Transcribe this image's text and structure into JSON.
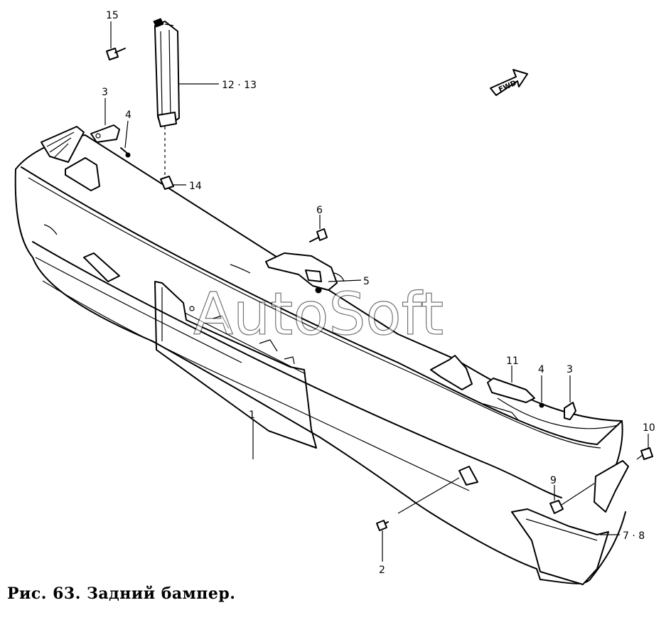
{
  "caption": "Рис. 63. Задний бампер.",
  "watermark": "AutoSoft",
  "fwd_marker": "FWD",
  "callouts": {
    "c15": "15",
    "c12_13": "12 · 13",
    "c3_left": "3",
    "c4_left": "4",
    "c14": "14",
    "c6": "6",
    "c5": "5",
    "c11": "11",
    "c4_right": "4",
    "c3_right": "3",
    "c10": "10",
    "c9": "9",
    "c7_8": "7 · 8",
    "c1": "1",
    "c2": "2"
  },
  "colors": {
    "ink": "#000000",
    "paper": "#ffffff"
  }
}
